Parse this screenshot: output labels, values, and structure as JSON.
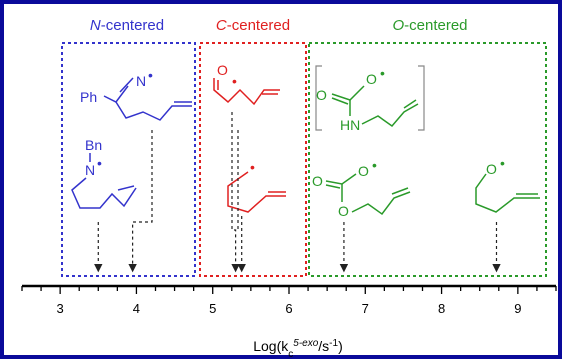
{
  "colors": {
    "border": "#0a0a9a",
    "n_centered": "#3333cc",
    "c_centered": "#e02020",
    "o_centered": "#2a9a2a",
    "axis": "#000000",
    "arrow": "#222222"
  },
  "sections": [
    {
      "id": "n",
      "title_italic": "N",
      "title_rest": "-centered",
      "x_from": 3.05,
      "x_to": 4.75
    },
    {
      "id": "c",
      "title_italic": "C",
      "title_rest": "-centered",
      "x_from": 4.8,
      "x_to": 6.2
    },
    {
      "id": "o",
      "title_italic": "O",
      "title_rest": "-centered",
      "x_from": 6.25,
      "x_to": 9.3
    }
  ],
  "axis": {
    "min": 2.5,
    "max": 9.5,
    "tick_labels": [
      "3",
      "4",
      "5",
      "6",
      "7",
      "8",
      "9"
    ],
    "tick_values": [
      3,
      4,
      5,
      6,
      7,
      8,
      9
    ],
    "label_main": "Log(k",
    "label_sub": "c",
    "label_sup": "5-exo",
    "label_mid": "/s",
    "label_sup2": "-1",
    "label_end": ")"
  },
  "atoms": {
    "n1_bn": "Bn",
    "n1_n": "N",
    "n2_ph": "Ph",
    "n2_n": "N",
    "c1_o": "O",
    "o1_o1": "O",
    "o1_o2": "O",
    "o1_hn": "HN",
    "o2_o1": "O",
    "o2_o2": "O",
    "o2_o3": "O",
    "o3_o": "O",
    "radical": "•"
  },
  "radicals": [
    {
      "id": "n-benzyl-aminyl",
      "section": "n",
      "log_k": 3.5
    },
    {
      "id": "iminyl",
      "section": "n",
      "log_k": 3.95
    },
    {
      "id": "acyl",
      "section": "c",
      "log_k": 5.3
    },
    {
      "id": "hexenyl",
      "section": "c",
      "log_k": 5.38
    },
    {
      "id": "carbamoyloxyl",
      "section": "o",
      "log_k": null
    },
    {
      "id": "carbonate-oxyl",
      "section": "o",
      "log_k": 6.72
    },
    {
      "id": "pentenoxyl",
      "section": "o",
      "log_k": 8.72
    }
  ]
}
